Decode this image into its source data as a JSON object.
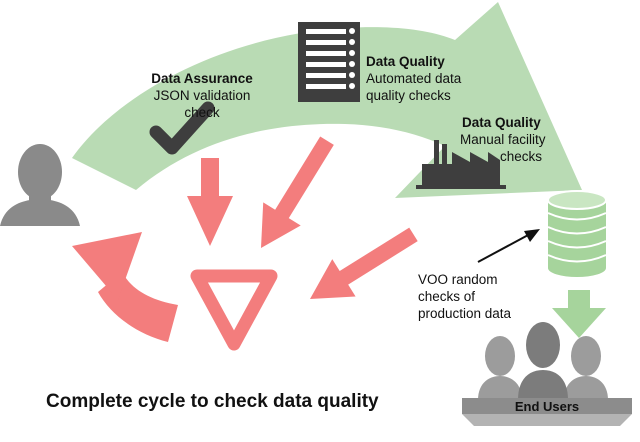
{
  "colors": {
    "cycle_arrow": "#b9dbb4",
    "red_arrow": "#f37d7d",
    "person": "#8a8a8a",
    "icon_dark": "#3e3e3e",
    "database": "#a6d49c",
    "platform": "#8c8c8c"
  },
  "labels": {
    "data_assurance": {
      "title": "Data Assurance",
      "line1": "JSON validation",
      "line2": "check"
    },
    "dq_automated": {
      "title": "Data Quality",
      "line1": "Automated data",
      "line2": "quality checks"
    },
    "dq_manual": {
      "title": "Data Quality",
      "line1": "Manual facility",
      "line2": "checks"
    },
    "voo": {
      "line1": "VOO random",
      "line2": "checks of",
      "line3": "production data"
    },
    "end_users": "End Users",
    "caption": "Complete cycle to check data quality"
  },
  "icons": {
    "submitter": "person-icon",
    "assurance": "checkmark-icon",
    "automated": "checklist-icon",
    "manual": "factory-icon",
    "storage": "database-icon",
    "consumers": "people-group-icon",
    "flag": "warning-triangle-icon"
  }
}
